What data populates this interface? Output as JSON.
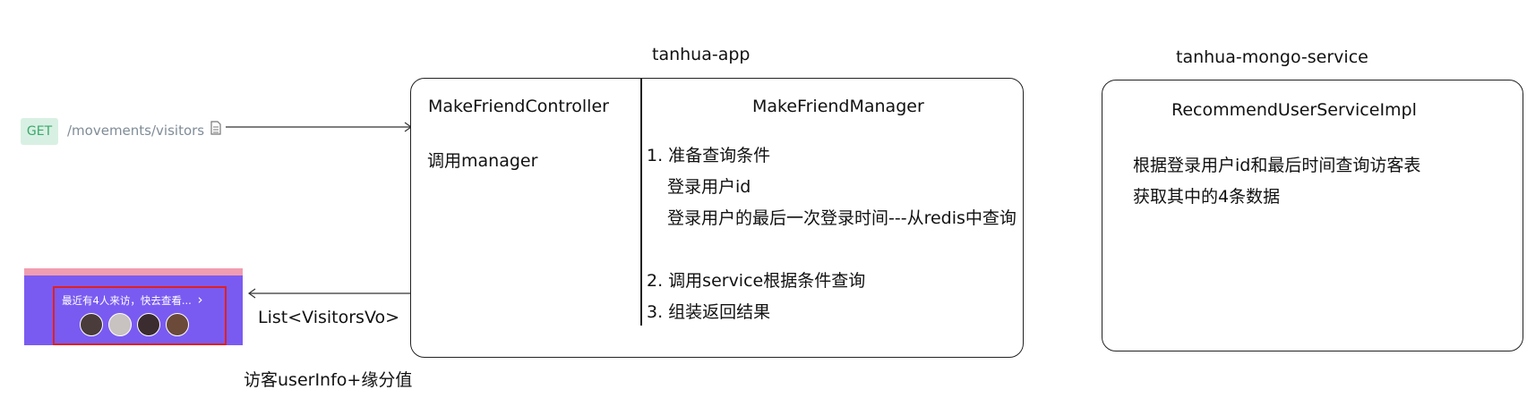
{
  "titles": {
    "app": "tanhua-app",
    "mongo_service": "tanhua-mongo-service"
  },
  "request": {
    "method": "GET",
    "path": "/movements/visitors"
  },
  "controller": {
    "name": "MakeFriendController",
    "step": "调用manager"
  },
  "manager": {
    "name": "MakeFriendManager",
    "steps": [
      "1. 准备查询条件",
      "登录用户id",
      "登录用户的最后一次登录时间---从redis中查询",
      "2. 调用service根据条件查询",
      "3. 组装返回结果"
    ]
  },
  "service": {
    "name": "RecommendUserServiceImpl",
    "desc": [
      "根据登录用户id和最后时间查询访客表",
      "获取其中的4条数据"
    ]
  },
  "response": {
    "type": "List<VisitorsVo>",
    "note": "访客userInfo+缘分值"
  },
  "banner": {
    "text": "最近有4人来访，快去查看...",
    "chevron": "›",
    "avatar_colors": [
      "#4a3c3a",
      "#c8c2c0",
      "#3b2d2f",
      "#6b4a3a"
    ]
  },
  "icons": {
    "copy": "document-icon"
  }
}
